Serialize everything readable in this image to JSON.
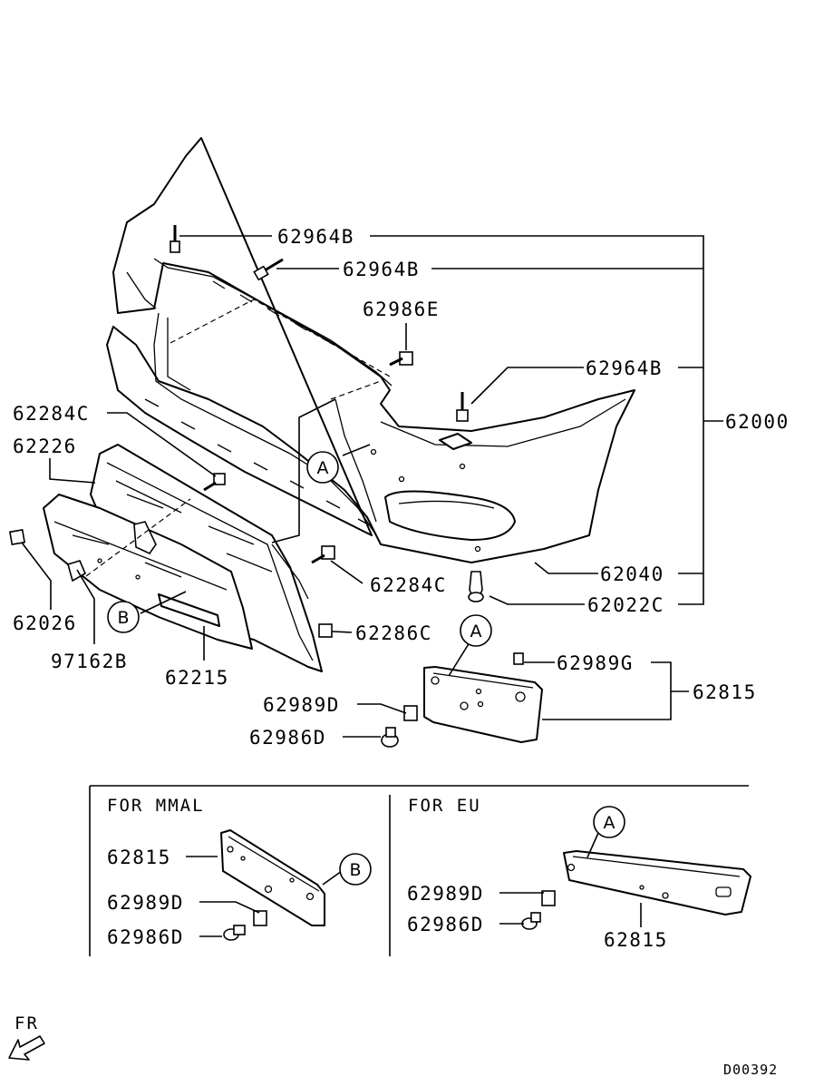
{
  "main": {
    "labels": {
      "b1": "62964B",
      "b2": "62964B",
      "e": "62986E",
      "b3": "62964B",
      "main": "62000",
      "c1": "62284C",
      "a226": "62226",
      "c2": "62284C",
      "p040": "62040",
      "p022": "62022C",
      "p026": "62026",
      "p162": "97162B",
      "p215": "62215",
      "p286": "62286C",
      "g": "62989G",
      "p815": "62815",
      "d1": "62989D",
      "d2": "62986D"
    },
    "callouts": {
      "a": "A",
      "b": "B"
    }
  },
  "mmal": {
    "header": "FOR MMAL",
    "p815": "62815",
    "d1": "62989D",
    "d2": "62986D",
    "callout": "B"
  },
  "eu": {
    "header": "FOR EU",
    "d1": "62989D",
    "d2": "62986D",
    "p815": "62815",
    "callout": "A"
  },
  "footer": {
    "direction": "FR",
    "code": "D00392"
  }
}
